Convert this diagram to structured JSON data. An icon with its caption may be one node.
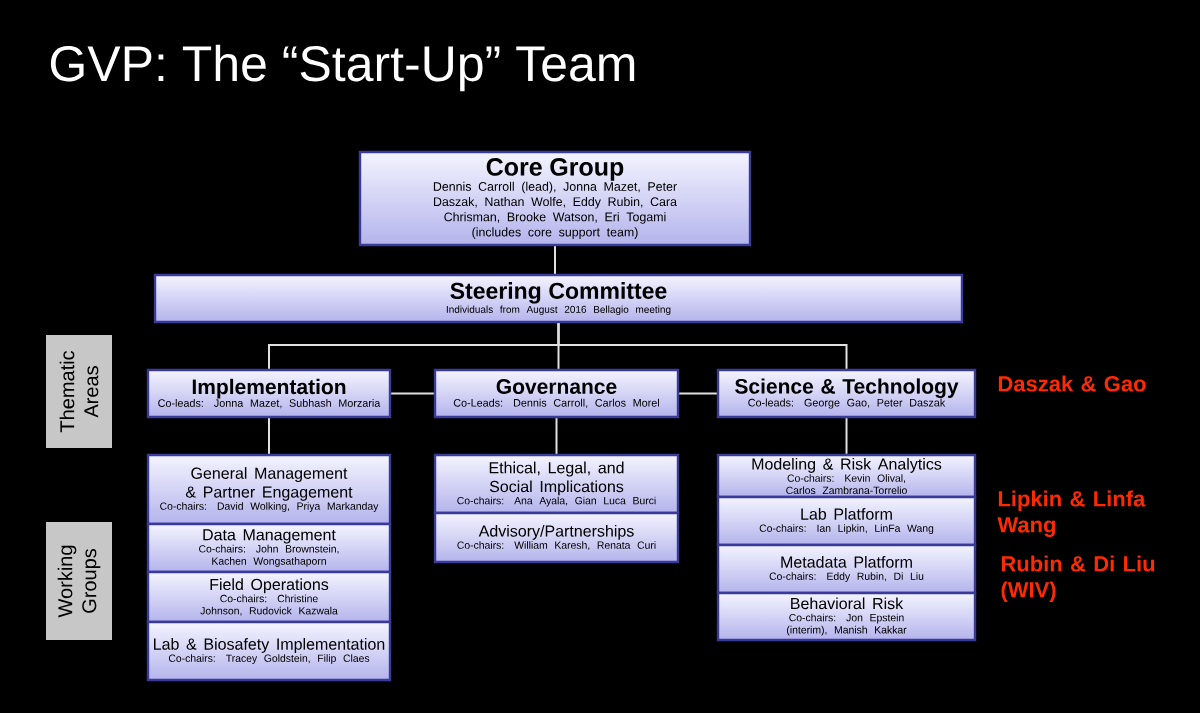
{
  "diagram": {
    "title": "GVP:  The “Start-Up” Team",
    "nodes": [
      {
        "text": [
          "Core Group",
          "Dennis Carroll (lead), Jonna Mazet, Peter Daszak, Nathan Wolfe, Eddy Rubin, Cara Chrisman, Brooke Watson, Eri Togami",
          "(includes core support team)"
        ]
      },
      {
        "text": [
          "Steering Committee",
          "Individuals from August 2016 Bellagio meeting"
        ]
      },
      {
        "text": [
          "Implementation",
          "Co-leads:  Jonna Mazet, Subhash Morzaria"
        ]
      },
      {
        "text": [
          "Governance",
          "Co-Leads:  Dennis Carroll, Carlos Morel"
        ]
      },
      {
        "text": [
          "Science & Technology",
          "Co-leads:  George Gao, Peter Daszak"
        ]
      },
      {
        "text": [
          "General Management & Partner Engagement",
          "Co-chairs:  David Wolking, Priya Markanday"
        ]
      },
      {
        "text": [
          "Data Management",
          "Co-chairs:  John Brownstein, Kachen Wongsathaporn"
        ]
      },
      {
        "text": [
          "Field Operations",
          "Co-chairs:  Christine Johnson, Rudovick Kazwala"
        ]
      },
      {
        "text": [
          "Lab & Biosafety Implementation",
          "Co-chairs:  Tracey Goldstein, Filip Claes"
        ]
      },
      {
        "text": [
          "Ethical, Legal, and Social Implications",
          "Co-chairs:  Ana Ayala, Gian Luca Burci"
        ]
      },
      {
        "text": [
          "Advisory/Partnerships",
          "Co-chairs:  William Karesh, Renata Curi"
        ]
      },
      {
        "text": [
          "Modeling & Risk Analytics",
          "Co-chairs:  Kevin Olival, Carlos Zambrana-Torrelio"
        ]
      },
      {
        "text": [
          "Lab Platform",
          "Co-chairs:  Ian Lipkin, LinFa Wang"
        ]
      },
      {
        "text": [
          "Metadata Platform",
          "Co-chairs:  Eddy Rubin, Di Liu"
        ]
      },
      {
        "text": [
          "Behavioral Risk",
          "Co-chairs:  Jon Epstein (interim), Manish Kakkar"
        ]
      },
      {
        "text": [
          "Thematic Areas"
        ]
      },
      {
        "text": [
          "Working Groups"
        ]
      }
    ],
    "edges": [
      {
        "from": 0,
        "to": 1,
        "arrow": "none"
      },
      {
        "from": 1,
        "to": 2,
        "arrow": "none"
      },
      {
        "from": 1,
        "to": 3,
        "arrow": "none"
      },
      {
        "from": 1,
        "to": 4,
        "arrow": "none"
      },
      {
        "from": 2,
        "to": 3,
        "arrow": "none"
      },
      {
        "from": 3,
        "to": 4,
        "arrow": "none"
      },
      {
        "from": 2,
        "to": 5,
        "arrow": "none"
      },
      {
        "from": 3,
        "to": 9,
        "arrow": "none"
      },
      {
        "from": 4,
        "to": 11,
        "arrow": "none"
      }
    ],
    "labels": [
      "Daszak & Gao",
      "Lipkin & Linfa Wang",
      "Rubin & Di Liu (WIV)"
    ]
  }
}
